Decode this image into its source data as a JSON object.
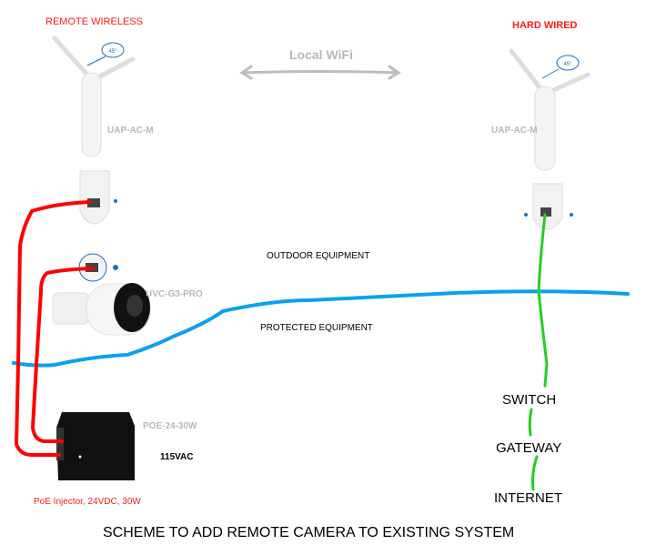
{
  "labels": {
    "remote_wireless": "REMOTE WIRELESS",
    "hard_wired": "HARD WIRED",
    "local_wifi": "Local WiFi",
    "ap_left_model": "UAP-AC-M",
    "ap_right_model": "UAP-AC-M",
    "antenna_angle_left": "45°",
    "antenna_angle_right": "45°",
    "camera_model": "UVC-G3-PRO",
    "outdoor_equipment": "OUTDOOR EQUIPMENT",
    "protected_equipment": "PROTECTED EQUIPMENT",
    "poe_model": "POE-24-30W",
    "power_input": "115VAC",
    "poe_description": "PoE Injector, 24VDC, 30W",
    "switch": "SWITCH",
    "gateway": "GATEWAY",
    "internet": "INTERNET",
    "title": "SCHEME TO ADD REMOTE CAMERA TO EXISTING SYSTEM"
  },
  "colors": {
    "poe_cable": "#ff0000",
    "boundary_line": "#0aa0f0",
    "wired_link": "#22d022",
    "wifi_arrow": "#bdbdbd",
    "label_red": "#ff1a1a",
    "label_gray": "#b8b8b8"
  }
}
